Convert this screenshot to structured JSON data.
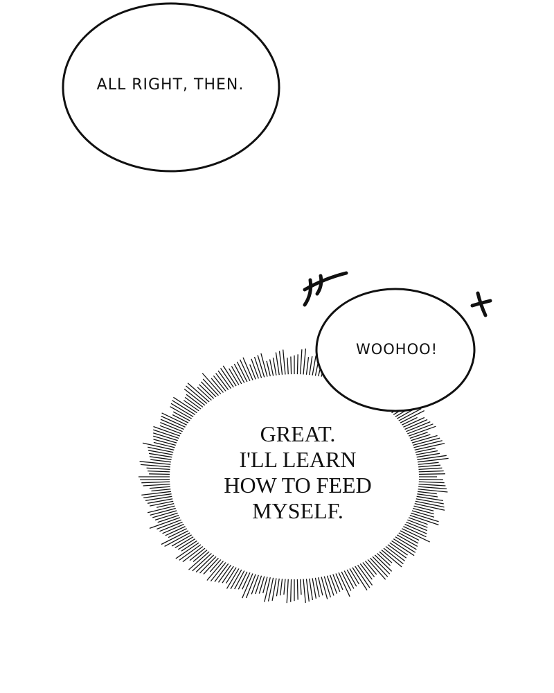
{
  "panel": {
    "bubbles": {
      "top": {
        "text": "ALL RIGHT, THEN."
      },
      "small": {
        "text": "WOOHOO!"
      },
      "burst": {
        "lines": [
          "GREAT.",
          "I'LL LEARN",
          "HOW TO FEED",
          "MYSELF."
        ]
      }
    }
  },
  "colors": {
    "background": "#ffffff",
    "ink": "#111111"
  }
}
